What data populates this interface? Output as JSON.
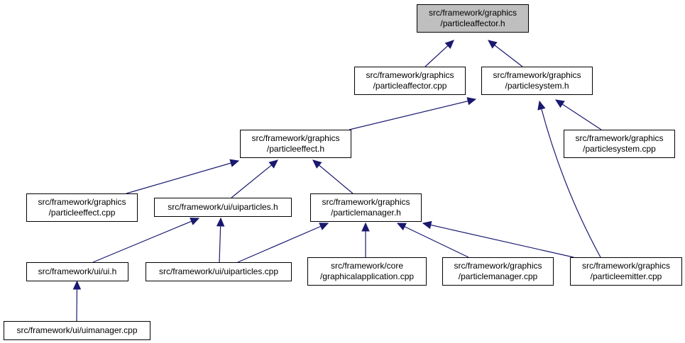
{
  "colors": {
    "root_fill": "#bfbfbf",
    "node_fill": "#ffffff",
    "node_border": "#000000",
    "edge": "#191970"
  },
  "nodes": {
    "particleaffector_h": [
      "src/framework/graphics",
      "/particleaffector.h"
    ],
    "particleaffector_cpp": [
      "src/framework/graphics",
      "/particleaffector.cpp"
    ],
    "particlesystem_h": [
      "src/framework/graphics",
      "/particlesystem.h"
    ],
    "particleeffect_h": [
      "src/framework/graphics",
      "/particleeffect.h"
    ],
    "particlesystem_cpp": [
      "src/framework/graphics",
      "/particlesystem.cpp"
    ],
    "particleeffect_cpp": [
      "src/framework/graphics",
      "/particleeffect.cpp"
    ],
    "uiparticles_h": [
      "src/framework/ui/uiparticles.h"
    ],
    "particlemanager_h": [
      "src/framework/graphics",
      "/particlemanager.h"
    ],
    "ui_h": [
      "src/framework/ui/ui.h"
    ],
    "uiparticles_cpp": [
      "src/framework/ui/uiparticles.cpp"
    ],
    "graphicalapplication_cpp": [
      "src/framework/core",
      "/graphicalapplication.cpp"
    ],
    "particlemanager_cpp": [
      "src/framework/graphics",
      "/particlemanager.cpp"
    ],
    "particleemitter_cpp": [
      "src/framework/graphics",
      "/particleemitter.cpp"
    ],
    "uimanager_cpp": [
      "src/framework/ui/uimanager.cpp"
    ]
  },
  "root": "particleaffector_h",
  "edges": [
    [
      "particleaffector_h",
      "particleaffector_cpp"
    ],
    [
      "particleaffector_h",
      "particlesystem_h"
    ],
    [
      "particlesystem_h",
      "particleeffect_h"
    ],
    [
      "particlesystem_h",
      "particlesystem_cpp"
    ],
    [
      "particlesystem_h",
      "particleemitter_cpp"
    ],
    [
      "particleeffect_h",
      "particleeffect_cpp"
    ],
    [
      "particleeffect_h",
      "uiparticles_h"
    ],
    [
      "particleeffect_h",
      "particlemanager_h"
    ],
    [
      "uiparticles_h",
      "ui_h"
    ],
    [
      "uiparticles_h",
      "uiparticles_cpp"
    ],
    [
      "particlemanager_h",
      "uiparticles_cpp"
    ],
    [
      "particlemanager_h",
      "graphicalapplication_cpp"
    ],
    [
      "particlemanager_h",
      "particlemanager_cpp"
    ],
    [
      "particlemanager_h",
      "particleemitter_cpp"
    ],
    [
      "ui_h",
      "uimanager_cpp"
    ]
  ]
}
